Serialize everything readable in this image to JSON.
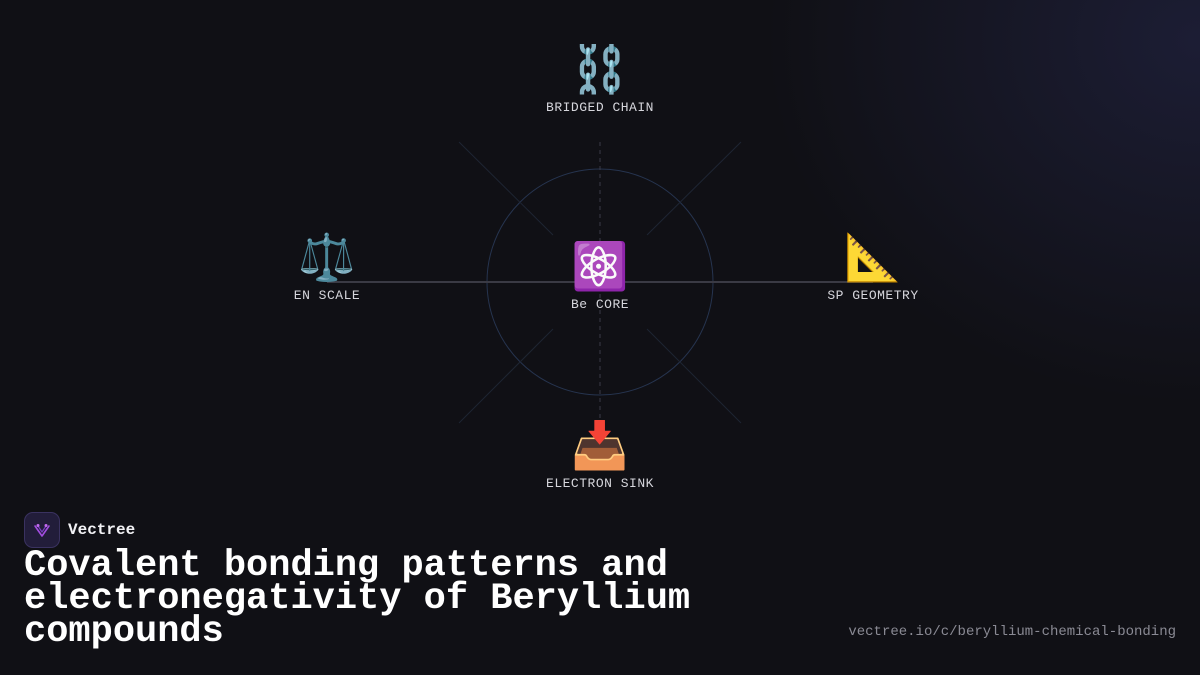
{
  "brand": {
    "name": "Vectree",
    "logo_icon": "vectree-logo-icon"
  },
  "title": "Covalent bonding patterns and electronegativity of Beryllium compounds",
  "url": "vectree.io/c/beryllium-chemical-bonding",
  "diagram": {
    "center": {
      "label": "Be CORE",
      "icon": "atom-icon",
      "glyph": "⚛️"
    },
    "top": {
      "label": "BRIDGED CHAIN",
      "icon": "chain-icon",
      "glyph": "⛓️"
    },
    "left": {
      "label": "EN SCALE",
      "icon": "balance-scale-icon",
      "glyph": "⚖️"
    },
    "right": {
      "label": "SP GEOMETRY",
      "icon": "triangular-ruler-icon",
      "glyph": "📐"
    },
    "bottom": {
      "label": "ELECTRON SINK",
      "icon": "inbox-tray-icon",
      "glyph": "📥"
    }
  },
  "colors": {
    "background": "#101015",
    "ring": "#2b3a5a",
    "connector": "#3a3a44",
    "accent": "#a24de0"
  }
}
